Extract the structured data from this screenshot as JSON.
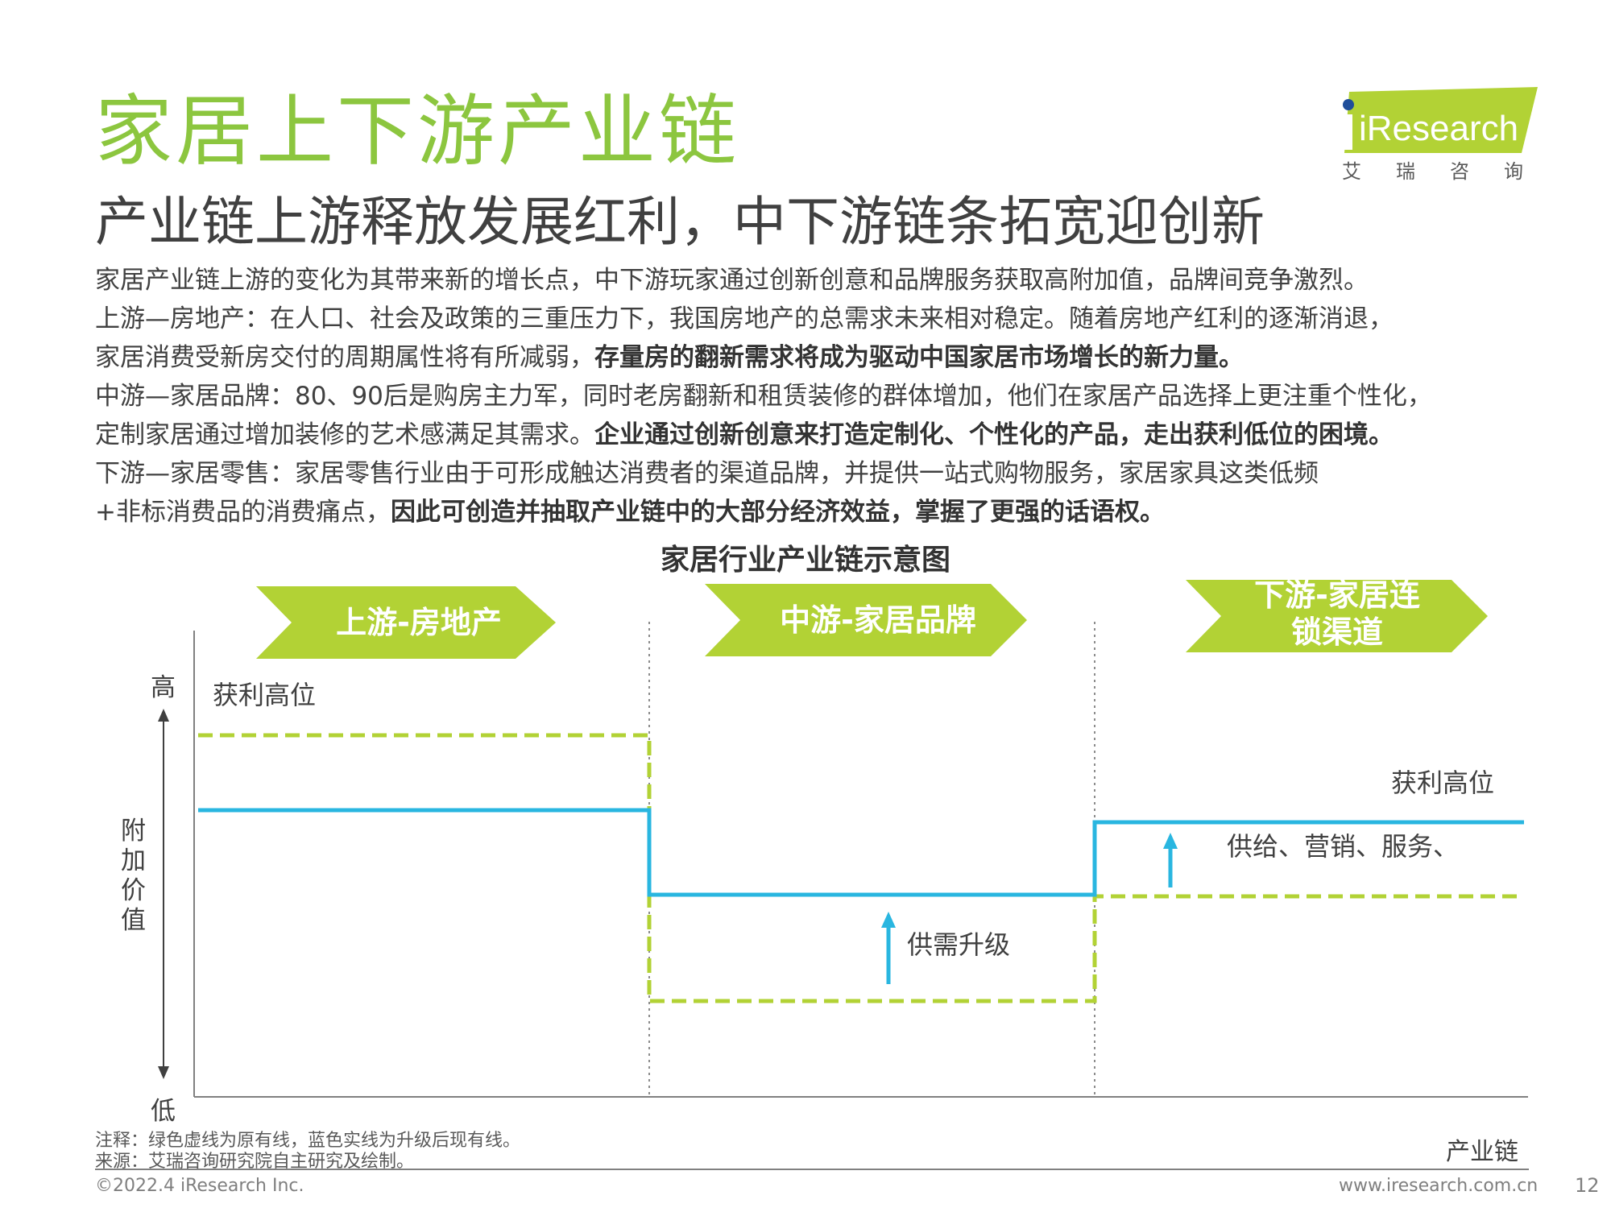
{
  "header": {
    "title": "家居上下游产业链",
    "subtitle": "产业链上游释放发展红利，中下游链条拓宽迎创新"
  },
  "logo": {
    "brand": "iResearch",
    "cn": "艾瑞咨询",
    "color": "#b2d235"
  },
  "body": {
    "p1": "家居产业链上游的变化为其带来新的增长点，中下游玩家通过创新创意和品牌服务获取高附加值，品牌间竞争激烈。",
    "p2": "上游—房地产：在人口、社会及政策的三重压力下，我国房地产的总需求未来相对稳定。随着房地产红利的逐渐消退，",
    "p3_normal": "家居消费受新房交付的周期属性将有所减弱，",
    "p3_bold": "存量房的翻新需求将成为驱动中国家居市场增长的新力量。",
    "p4": "中游—家居品牌：80、90后是购房主力军，同时老房翻新和租赁装修的群体增加，他们在家居产品选择上更注重个性化，",
    "p5_normal": "定制家居通过增加装修的艺术感满足其需求。",
    "p5_bold": "企业通过创新创意来打造定制化、个性化的产品，走出获利低位的困境。",
    "p6": "下游—家居零售：家居零售行业由于可形成触达消费者的渠道品牌，并提供一站式购物服务，家居家具这类低频",
    "p7_normal": "+非标消费品的消费痛点，",
    "p7_bold": "因此可创造并抽取产业链中的大部分经济效益，掌握了更强的话语权。"
  },
  "diagram": {
    "title": "家居行业产业链示意图",
    "stages": [
      {
        "line1": "上游-房地产",
        "line2": ""
      },
      {
        "line1": "中游-家居品牌",
        "line2": ""
      },
      {
        "line1": "下游-家居连",
        "line2": "锁渠道"
      }
    ],
    "y_axis": {
      "high": "高",
      "low": "低",
      "label": "附加价值"
    },
    "x_axis": {
      "label": "产业链"
    },
    "annotations": {
      "upstream_high": "获利高位",
      "midstream_up": "供需升级",
      "downstream_high": "获利高位",
      "downstream_services": "供给、营销、服务、"
    },
    "colors": {
      "original_line": "#b2d235",
      "upgraded_line": "#29b6e0",
      "stage_arrow": "#b2d235",
      "axis": "#808080"
    }
  },
  "notes": {
    "note": "注释：绿色虚线为原有线，蓝色实线为升级后现有线。",
    "source": "来源：艾瑞咨询研究院自主研究及绘制。"
  },
  "footer": {
    "copyright": "©2022.4 iResearch Inc.",
    "url": "www.iresearch.com.cn",
    "page": "12"
  }
}
